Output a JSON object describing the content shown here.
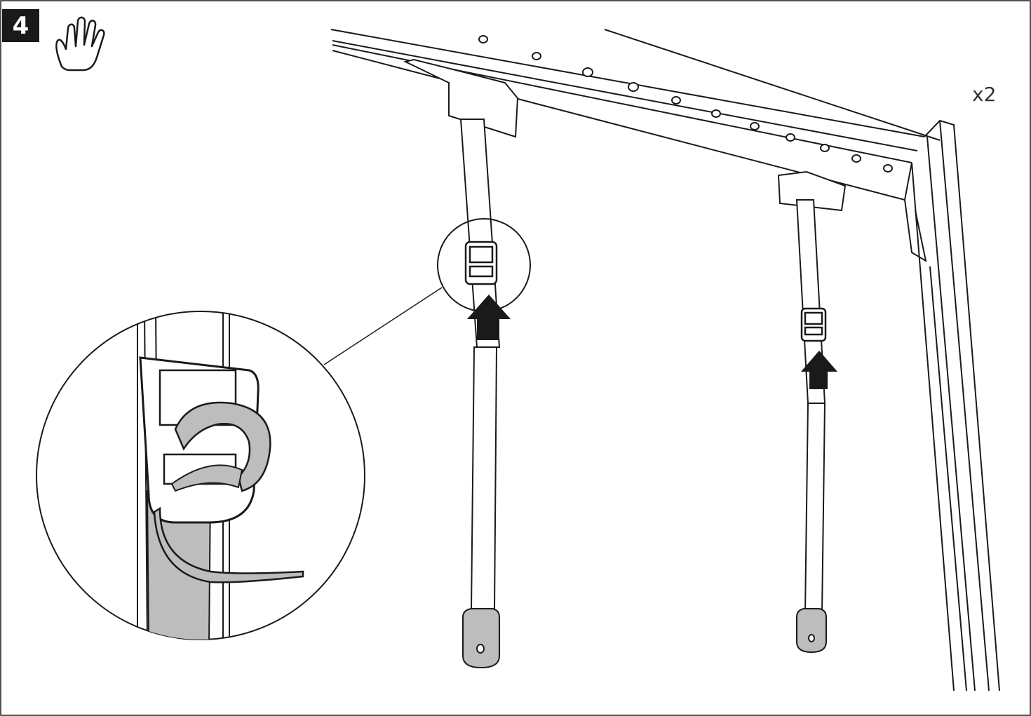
{
  "step": {
    "number": "4"
  },
  "quantity": {
    "label": "x2"
  },
  "icons": {
    "manual_action": "hand-icon",
    "direction": "arrow-up-icon",
    "zoom_detail": "magnifier-circle"
  },
  "colors": {
    "line": "#1a1a1a",
    "strap_fill": "#bdbdbd",
    "background": "#ffffff",
    "badge": "#1a1a1a"
  }
}
